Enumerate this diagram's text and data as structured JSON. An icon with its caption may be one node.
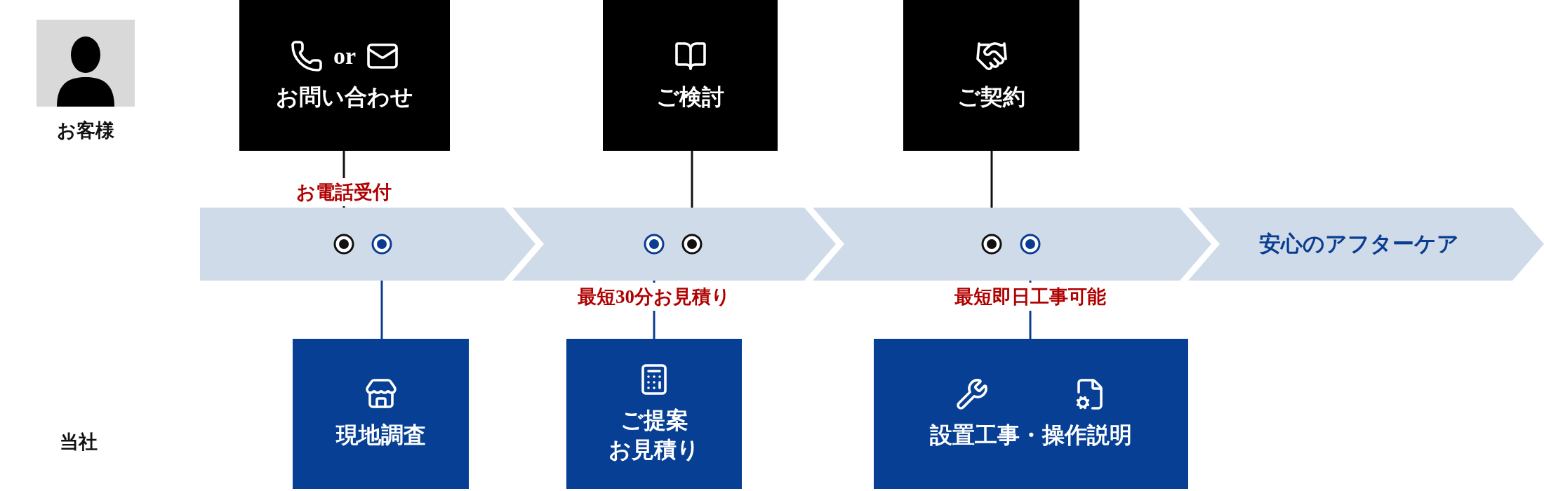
{
  "diagram": {
    "nodes": [
      {
        "text": [
          "or",
          "お問い合わせ"
        ]
      },
      {
        "text": [
          "ご検討"
        ]
      },
      {
        "text": [
          "ご契約"
        ]
      },
      {
        "text": [],
        "shape": "chevron"
      },
      {
        "text": [],
        "shape": "circle",
        "in": 3
      },
      {
        "text": [],
        "shape": "circle",
        "in": 3
      },
      {
        "text": [],
        "shape": "chevron"
      },
      {
        "text": [],
        "shape": "circle",
        "in": 6
      },
      {
        "text": [],
        "shape": "circle",
        "in": 6
      },
      {
        "text": [],
        "shape": "chevron"
      },
      {
        "text": [],
        "shape": "circle",
        "in": 9
      },
      {
        "text": [],
        "shape": "circle",
        "in": 9
      },
      {
        "text": [
          "安心のアフターケア"
        ]
      },
      {
        "text": [
          "現地調査"
        ]
      },
      {
        "text": [
          "ご提案",
          "お見積り"
        ]
      },
      {
        "text": [
          "設置工事・操作説明"
        ]
      }
    ],
    "edges": [
      {
        "from": 0,
        "to": 4,
        "arrow": "none",
        "label": "お電話受付"
      },
      {
        "from": 1,
        "to": 8,
        "arrow": "none"
      },
      {
        "from": 2,
        "to": 10,
        "arrow": "none"
      },
      {
        "from": 5,
        "to": 13,
        "arrow": "none",
        "color": "#0a3d91"
      },
      {
        "from": 7,
        "to": 14,
        "arrow": "none",
        "color": "#0a3d91",
        "label": "最短30分お見積り"
      },
      {
        "from": 11,
        "to": 15,
        "arrow": "none",
        "color": "#0a3d91",
        "label": "最短即日工事可能"
      }
    ],
    "labels": [
      "お客様",
      "当社"
    ]
  }
}
